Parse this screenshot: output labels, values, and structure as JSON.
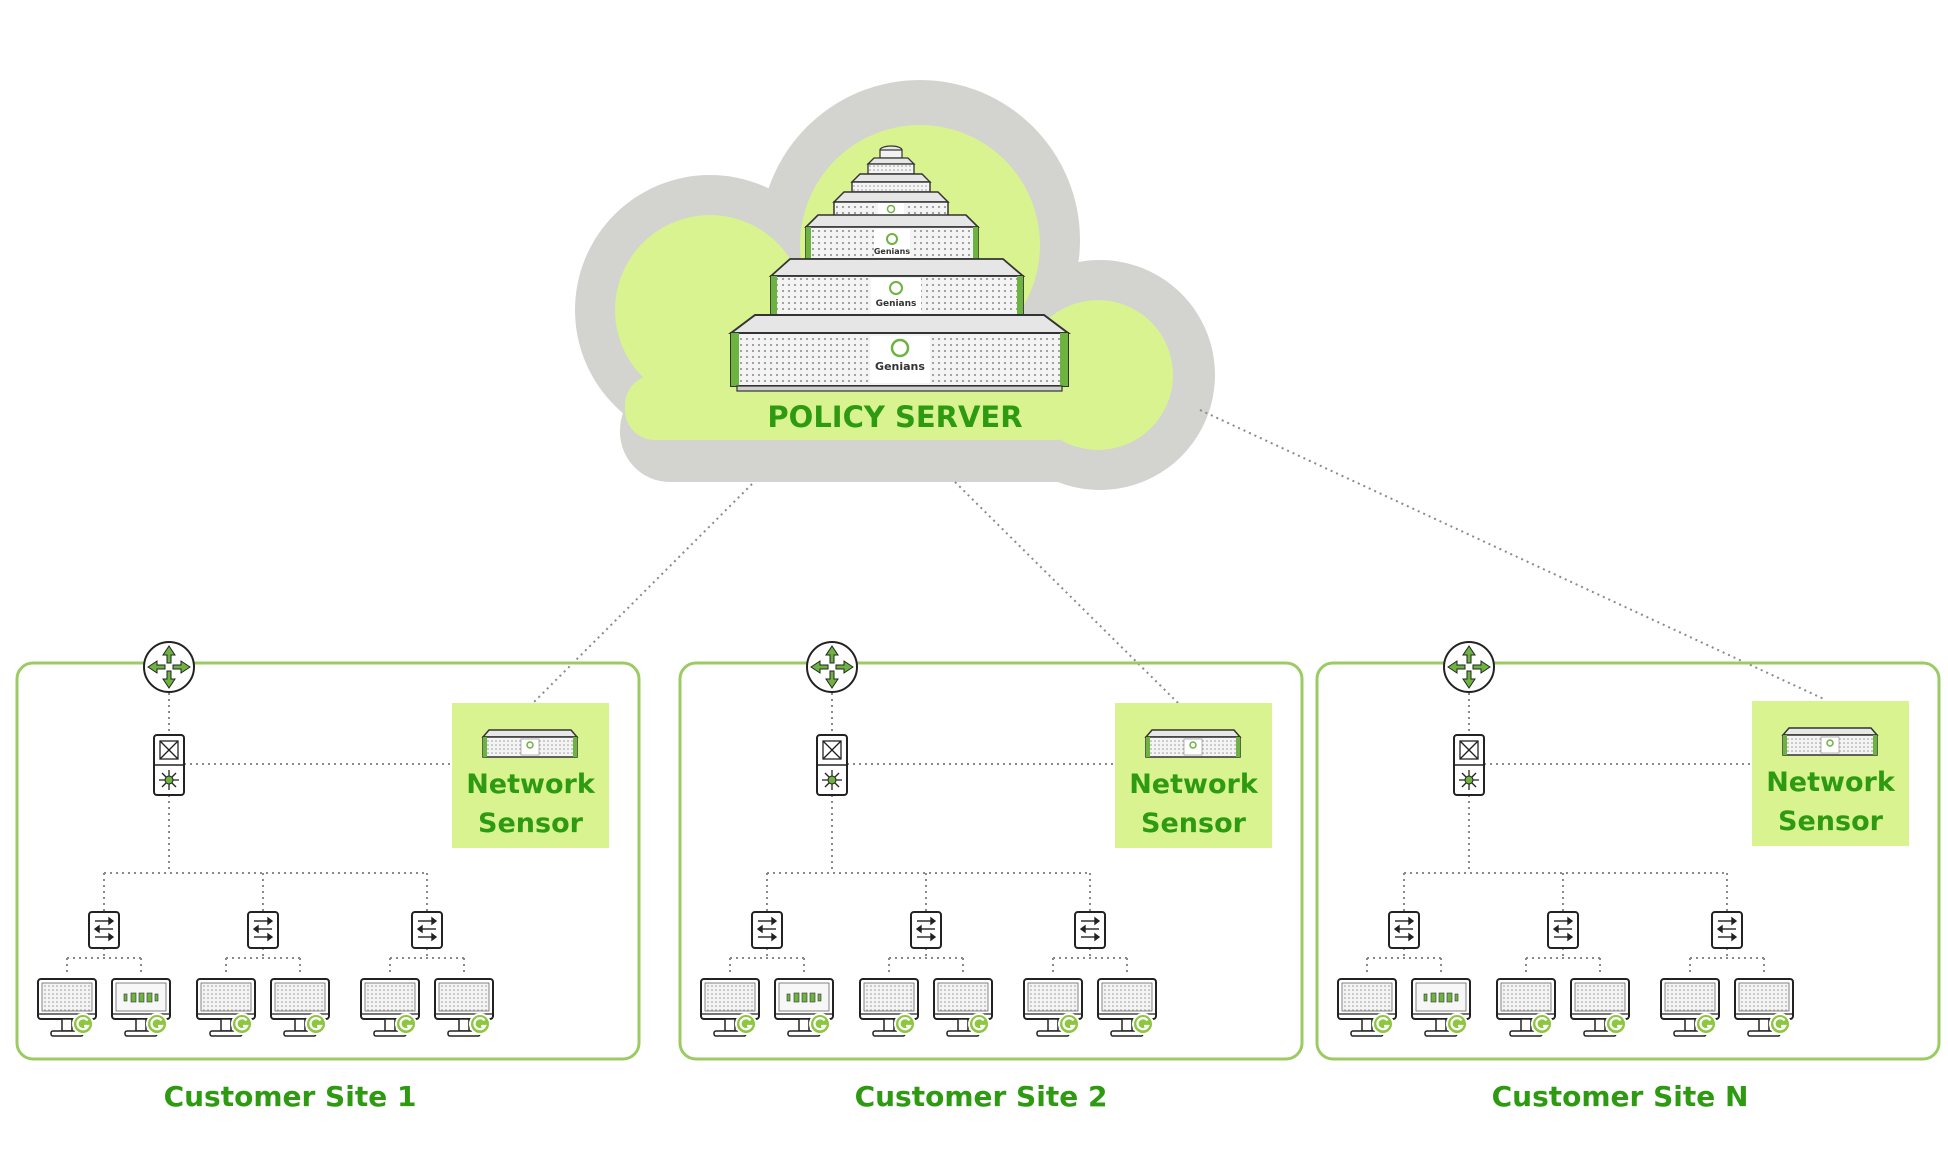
{
  "policy_server": {
    "label": "POLICY SERVER",
    "brand": "Genians"
  },
  "sites": [
    {
      "label": "Customer Site 1",
      "sensor_line1": "Network",
      "sensor_line2": "Sensor"
    },
    {
      "label": "Customer Site 2",
      "sensor_line1": "Network",
      "sensor_line2": "Sensor"
    },
    {
      "label": "Customer Site N",
      "sensor_line1": "Network",
      "sensor_line2": "Sensor"
    }
  ],
  "colors": {
    "accent_green": "#2e9a12",
    "light_green": "#d8f390",
    "cloud_gray": "#d3d3cf",
    "box_border": "#9ccb63"
  },
  "icons": {
    "router": "router-icon",
    "core_switch": "core-switch-icon",
    "access_switch": "switch-icon",
    "workstation": "workstation-icon",
    "agent": "genians-agent-icon",
    "sensor_appliance": "sensor-appliance-icon"
  }
}
